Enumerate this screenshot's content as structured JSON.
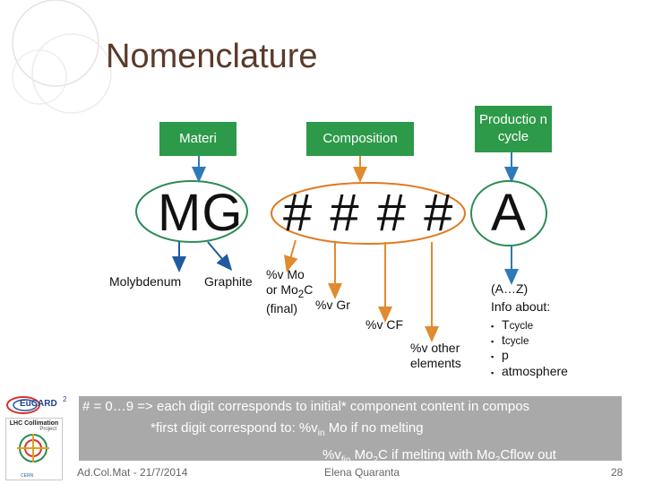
{
  "slide": {
    "title": "Nomenclature",
    "headers": {
      "material": "Materi",
      "composition": "Composition",
      "production": "Productio n cycle"
    },
    "code": {
      "mg": "MG",
      "hashes": "# # # #",
      "letter": "A"
    },
    "labels": {
      "molybdenum": "Molybdenum",
      "graphite": "Graphite",
      "mo_line1": "%v Mo",
      "mo_line2_pre": "or Mo",
      "mo_line2_sub": "2",
      "mo_line2_post": "C",
      "mo_line3": "(final)",
      "gr": "%v Gr",
      "cf": "%v CF",
      "other_line1": "%v other",
      "other_line2": "elements"
    },
    "cycle": {
      "range": "(A…Z)",
      "info": "Info about:",
      "items": [
        {
          "main": "T",
          "sub": "cycle"
        },
        {
          "main": "t",
          "sub": "cycle"
        },
        {
          "main": "p",
          "sub": ""
        },
        {
          "main": "atmosphere",
          "sub": ""
        }
      ]
    },
    "note": {
      "line1": "# = 0…9 => each digit corresponds to initial* component content in compos",
      "line2_pre": "*first digit correspond to:  %v",
      "line2_sub": "in",
      "line2_post": " Mo if no melting",
      "line3_pre": "%v",
      "line3_sub": "fin",
      "line3_mid": " Mo",
      "line3_sub2": "2",
      "line3_post": "C if melting with Mo",
      "line3_sub3": "2",
      "line3_end": "Cflow out"
    },
    "logos": {
      "eucard": "EuCARD",
      "eucard_sup": "2",
      "lhc": "LHC Collimation",
      "lhc_sub": "Project",
      "cern": "CERN"
    },
    "footer": {
      "left": "Ad.Col.Mat - 21/7/2014",
      "center": "Elena Quaranta",
      "page": "28"
    },
    "colors": {
      "green": "#2d9a4a",
      "arrow_blue": "#1f5b9e",
      "arrow_orange": "#e08b2e",
      "ellipse_green": "#2e8b57",
      "ellipse_orange": "#e07a1f",
      "gray_box": "#a9a9a9"
    }
  }
}
